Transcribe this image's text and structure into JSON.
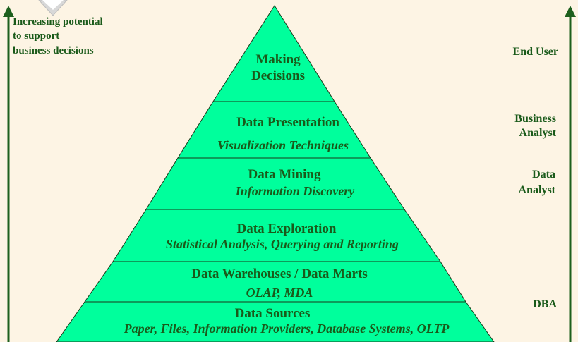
{
  "colors": {
    "background": "#fdf4e4",
    "layer_fill": "#00ff9c",
    "text": "#1a5a1a",
    "arrow": "#1d5f1d"
  },
  "left_note": [
    "Increasing potential",
    "to support",
    "business decisions"
  ],
  "layers": [
    {
      "title_lines": [
        "Making",
        "Decisions"
      ],
      "subtitle": ""
    },
    {
      "title_lines": [
        "Data Presentation"
      ],
      "subtitle": "Visualization Techniques"
    },
    {
      "title_lines": [
        "Data Mining"
      ],
      "subtitle": "Information Discovery"
    },
    {
      "title_lines": [
        "Data Exploration"
      ],
      "subtitle": "Statistical Analysis, Querying and Reporting"
    },
    {
      "title_lines": [
        "Data Warehouses / Data Marts"
      ],
      "subtitle": "OLAP, MDA"
    },
    {
      "title_lines": [
        "Data Sources"
      ],
      "subtitle": "Paper, Files, Information Providers, Database Systems, OLTP"
    }
  ],
  "roles": [
    {
      "lines": [
        "End User"
      ]
    },
    {
      "lines": [
        "Business",
        "Analyst"
      ]
    },
    {
      "lines": [
        "Data",
        "Analyst"
      ]
    },
    {
      "lines": [
        "DBA"
      ]
    }
  ]
}
